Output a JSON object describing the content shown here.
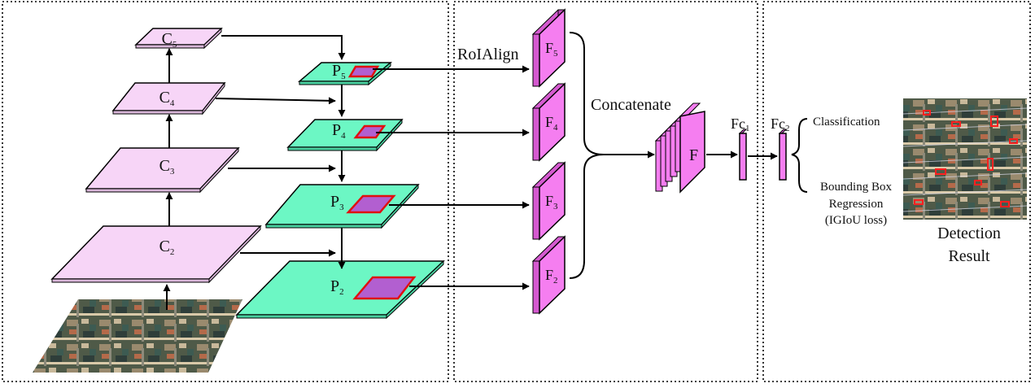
{
  "c_layers": [
    {
      "base": "C",
      "sub": "5"
    },
    {
      "base": "C",
      "sub": "4"
    },
    {
      "base": "C",
      "sub": "3"
    },
    {
      "base": "C",
      "sub": "2"
    }
  ],
  "p_layers": [
    {
      "base": "P",
      "sub": "5"
    },
    {
      "base": "P",
      "sub": "4"
    },
    {
      "base": "P",
      "sub": "3"
    },
    {
      "base": "P",
      "sub": "2"
    }
  ],
  "f_maps": [
    {
      "base": "F",
      "sub": "5"
    },
    {
      "base": "F",
      "sub": "4"
    },
    {
      "base": "F",
      "sub": "3"
    },
    {
      "base": "F",
      "sub": "2"
    }
  ],
  "roialign_label": "RoIAlign",
  "concat_label": "Concatenate",
  "fused_label": "F",
  "fc1": {
    "base": "Fc",
    "sub": "1"
  },
  "fc2": {
    "base": "Fc",
    "sub": "2"
  },
  "classification_label": "Classification",
  "bbox_lines": [
    "Bounding Box",
    "Regression",
    "(IGIoU loss)"
  ],
  "result_lines": [
    "Detection",
    "Result"
  ],
  "colors": {
    "c_fill": "#f7d5f7",
    "p_fill": "#6cf7c4",
    "f_fill": "#f57ef0",
    "roi_fill": "#b25fd0",
    "roi_stroke": "#e01010"
  }
}
